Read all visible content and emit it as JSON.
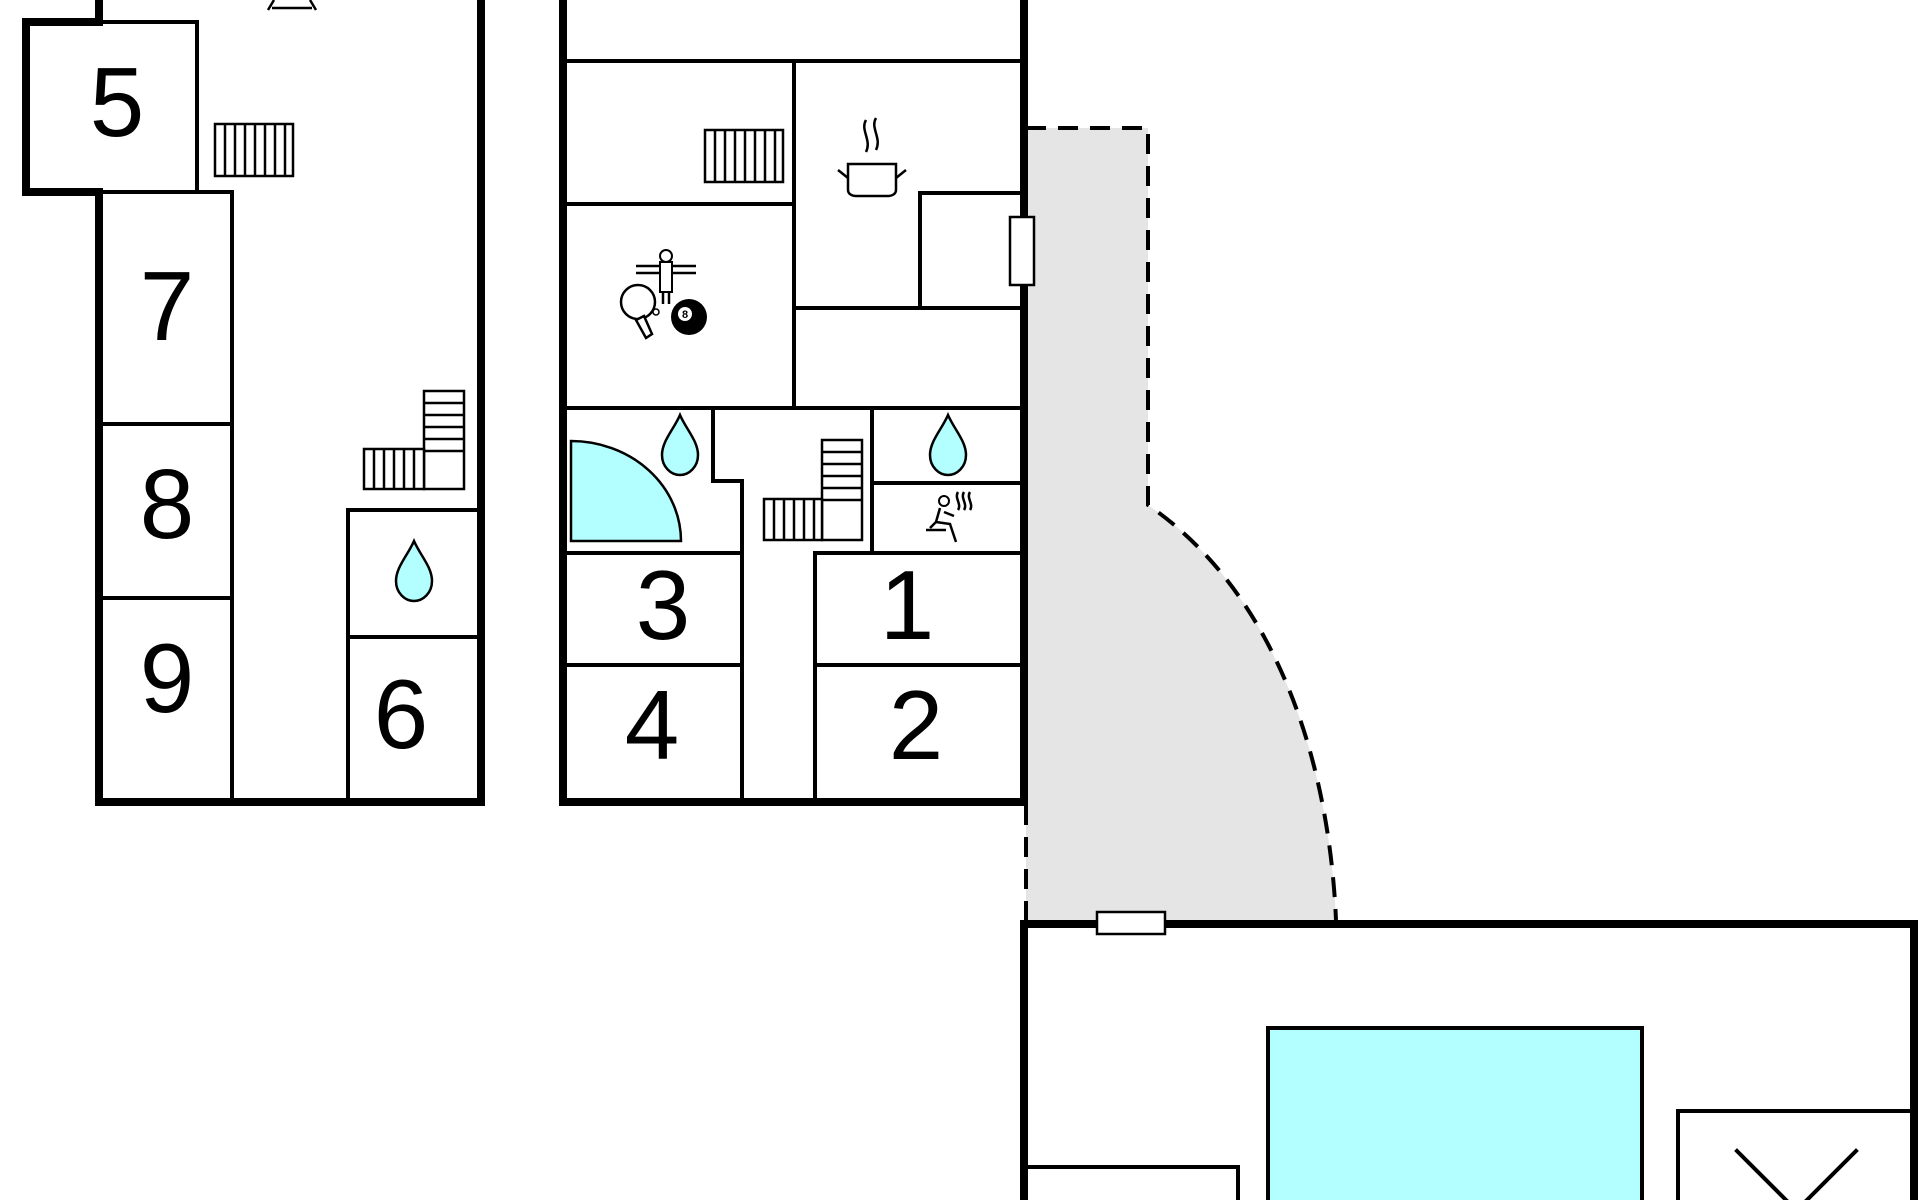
{
  "floorplan": {
    "rooms": [
      {
        "label": "5",
        "type": "bedroom"
      },
      {
        "label": "7",
        "type": "bedroom"
      },
      {
        "label": "8",
        "type": "bedroom"
      },
      {
        "label": "9",
        "type": "bedroom"
      },
      {
        "label": "6",
        "type": "bedroom"
      },
      {
        "label": "3",
        "type": "bedroom"
      },
      {
        "label": "4",
        "type": "bedroom"
      },
      {
        "label": "1",
        "type": "bedroom"
      },
      {
        "label": "2",
        "type": "bedroom"
      }
    ],
    "icons": [
      "radiator-icon",
      "water-drop-icon",
      "staircase-icon",
      "cooking-pot-icon",
      "table-tennis-icon",
      "foosball-icon",
      "billiard-ball-icon",
      "sauna-icon",
      "shower-icon",
      "pool-icon",
      "window-icon"
    ],
    "billiard_ball_number": "8",
    "colors": {
      "walls": "#000000",
      "terrace": "#e5e5e5",
      "water": "#b3ffff",
      "background": "#ffffff"
    }
  }
}
